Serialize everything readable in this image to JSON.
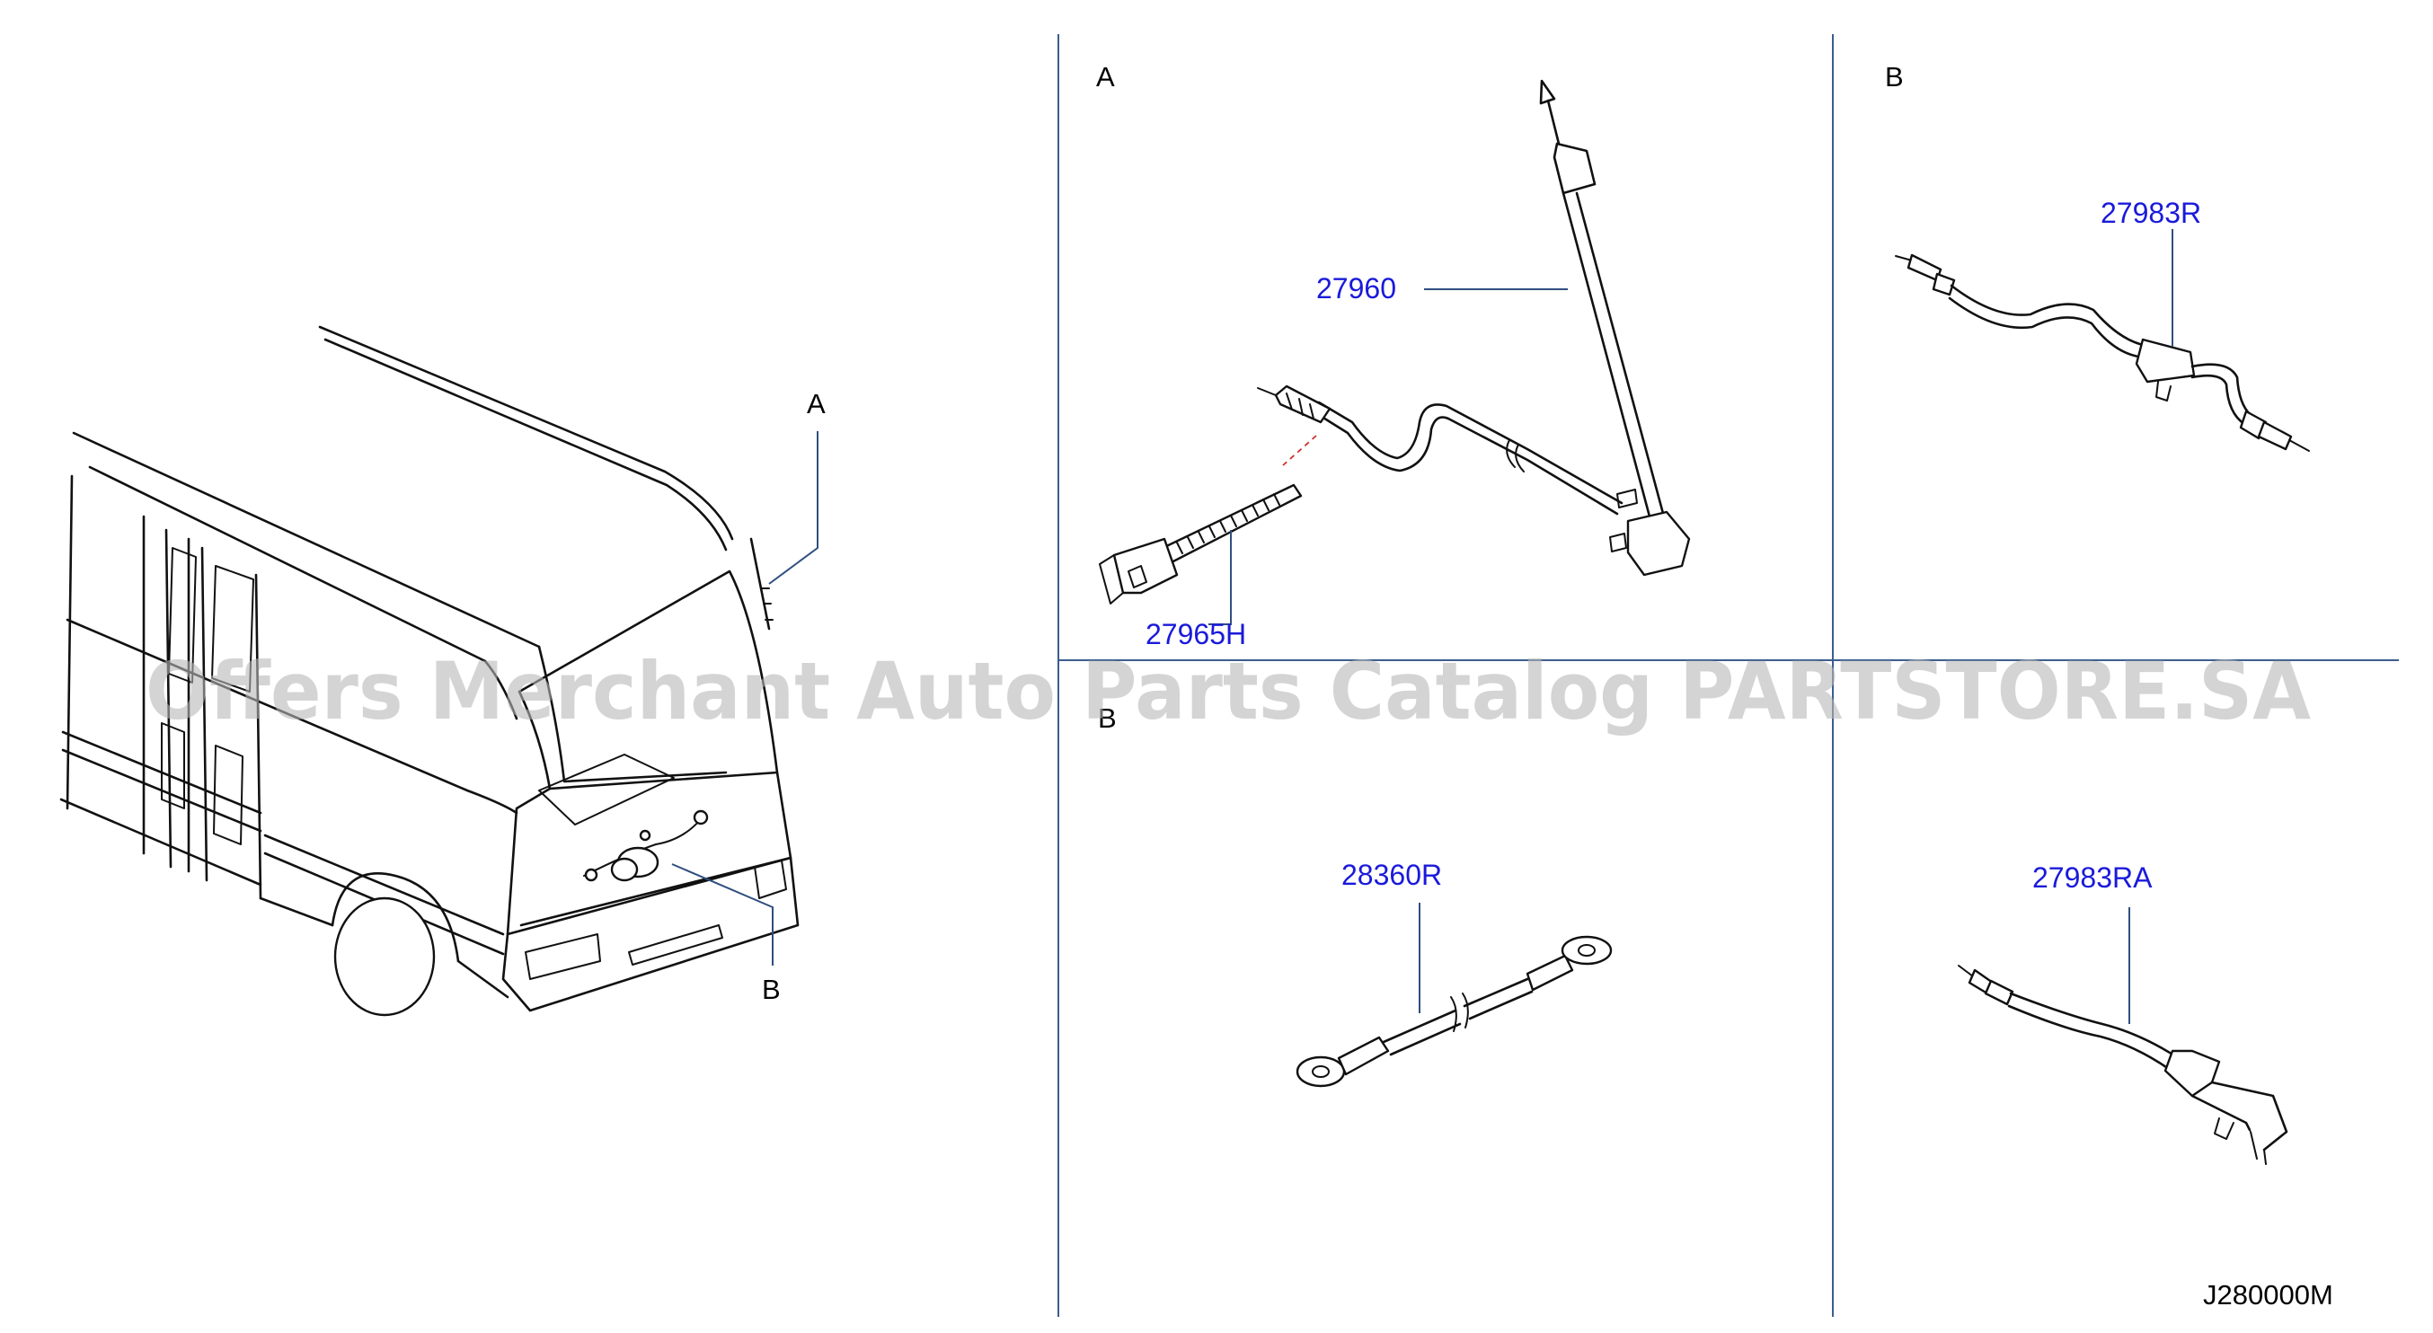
{
  "watermark": "Offers Merchant Auto Parts Catalog PARTSTORE.SA",
  "callouts": {
    "a": "A",
    "b": "B"
  },
  "sections": {
    "a": {
      "label": "A"
    },
    "b_top": {
      "label": "B"
    },
    "b_bottom": {
      "label": "B"
    }
  },
  "parts": {
    "p27960": "27960",
    "p27965H": "27965H",
    "p27983R": "27983R",
    "p28360R": "28360R",
    "p27983RA": "27983RA"
  },
  "diagram_code": "J280000M",
  "colors": {
    "part_number": "#1a1adb",
    "divider": "#3b5e8c",
    "watermark": "#b8b8b8"
  }
}
